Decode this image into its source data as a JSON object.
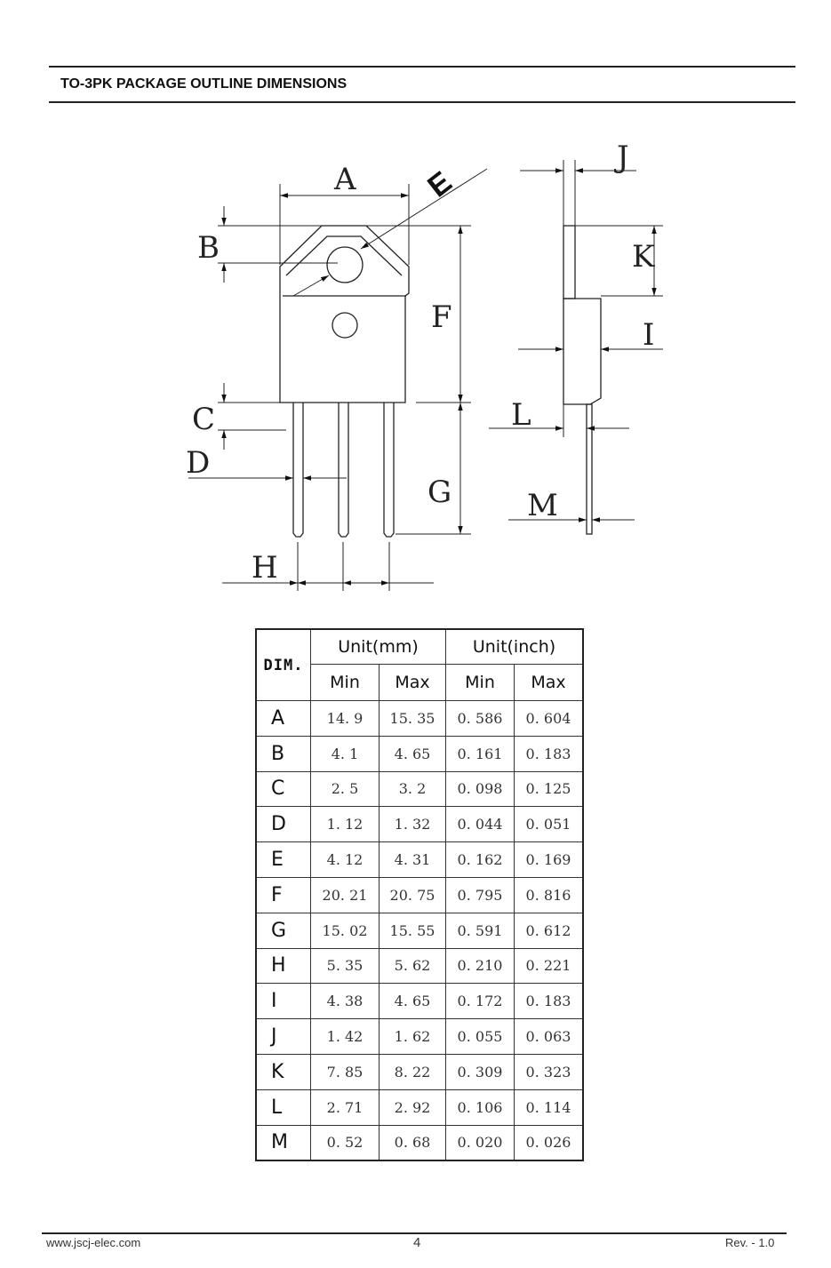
{
  "header": {
    "title_lead": "TO-3PK",
    "title_rest": "PACKAGE OUTLINE DIMENSIONS"
  },
  "drawing": {
    "labels": {
      "A": "A",
      "B": "B",
      "C": "C",
      "D": "D",
      "E": "E",
      "F": "F",
      "G": "G",
      "H": "H",
      "I": "I",
      "J": "J",
      "K": "K",
      "L": "L",
      "M": "M"
    }
  },
  "table": {
    "dim_header": "DIM.",
    "unit_mm": "Unit(mm)",
    "unit_inch": "Unit(inch)",
    "sub_headers": [
      "Min",
      "Max",
      "Min",
      "Max"
    ],
    "rows": [
      {
        "dim": "A",
        "mm_min": "14. 9",
        "mm_max": "15. 35",
        "in_min": "0. 586",
        "in_max": "0. 604"
      },
      {
        "dim": "B",
        "mm_min": "4. 1",
        "mm_max": "4. 65",
        "in_min": "0. 161",
        "in_max": "0. 183"
      },
      {
        "dim": "C",
        "mm_min": "2. 5",
        "mm_max": "3. 2",
        "in_min": "0. 098",
        "in_max": "0. 125"
      },
      {
        "dim": "D",
        "mm_min": "1. 12",
        "mm_max": "1. 32",
        "in_min": "0. 044",
        "in_max": "0. 051"
      },
      {
        "dim": "E",
        "mm_min": "4. 12",
        "mm_max": "4. 31",
        "in_min": "0. 162",
        "in_max": "0. 169"
      },
      {
        "dim": "F",
        "mm_min": "20. 21",
        "mm_max": "20. 75",
        "in_min": "0. 795",
        "in_max": "0. 816"
      },
      {
        "dim": "G",
        "mm_min": "15. 02",
        "mm_max": "15. 55",
        "in_min": "0. 591",
        "in_max": "0. 612"
      },
      {
        "dim": "H",
        "mm_min": "5. 35",
        "mm_max": "5. 62",
        "in_min": "0. 210",
        "in_max": "0. 221"
      },
      {
        "dim": "I",
        "mm_min": "4. 38",
        "mm_max": "4. 65",
        "in_min": "0. 172",
        "in_max": "0. 183"
      },
      {
        "dim": "J",
        "mm_min": "1. 42",
        "mm_max": "1. 62",
        "in_min": "0. 055",
        "in_max": "0. 063"
      },
      {
        "dim": "K",
        "mm_min": "7. 85",
        "mm_max": "8. 22",
        "in_min": "0. 309",
        "in_max": "0. 323"
      },
      {
        "dim": "L",
        "mm_min": "2. 71",
        "mm_max": "2. 92",
        "in_min": "0. 106",
        "in_max": "0. 114"
      },
      {
        "dim": "M",
        "mm_min": "0. 52",
        "mm_max": "0. 68",
        "in_min": "0. 020",
        "in_max": "0. 026"
      }
    ]
  },
  "footer": {
    "website": "www.jscj-elec.com",
    "page": "4",
    "revision": "Rev. - 1.0"
  }
}
